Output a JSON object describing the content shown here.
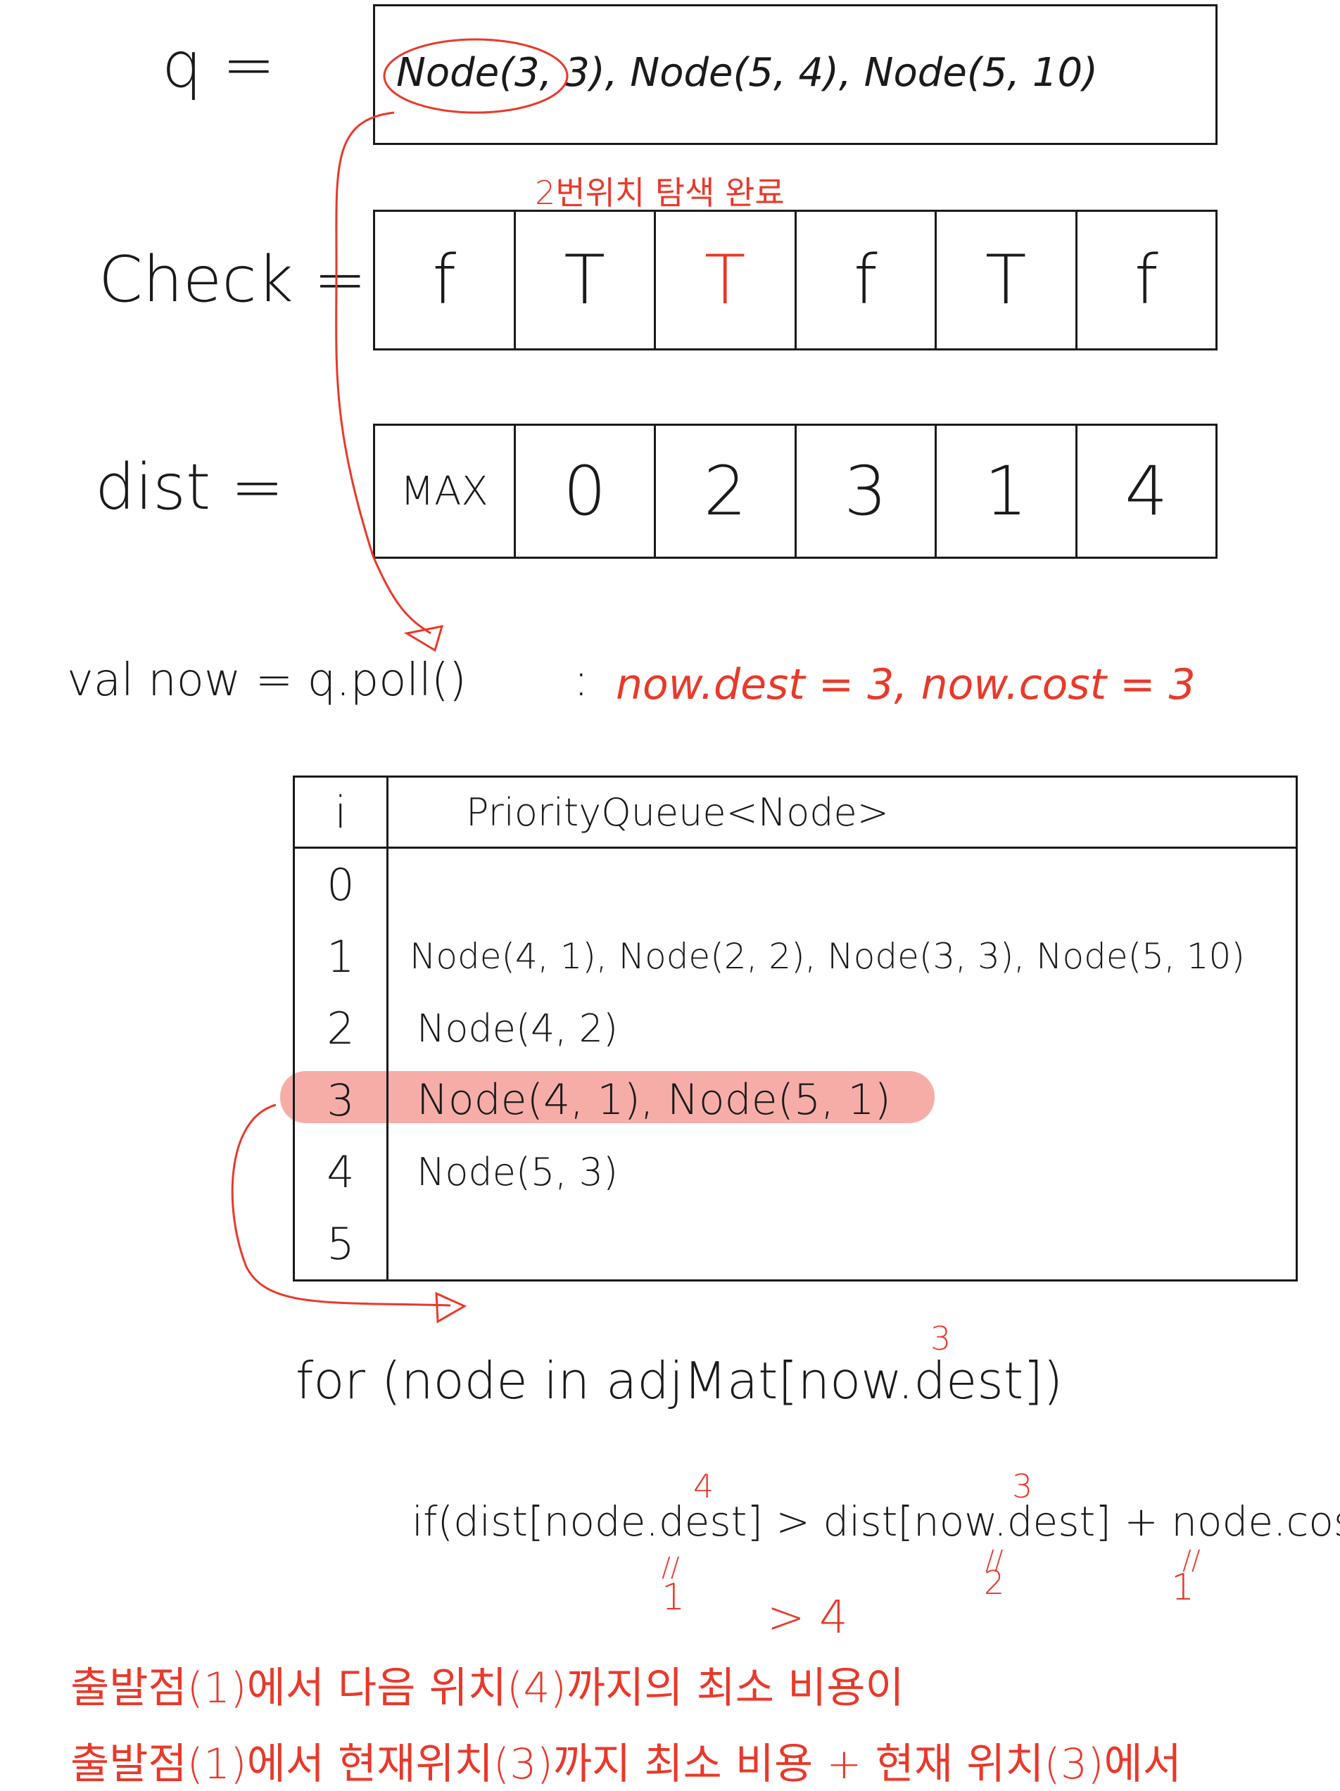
{
  "queue_row": {
    "label": "q  =",
    "contents": "Node(3, 3), Node(5, 4), Node(5, 10)"
  },
  "check_note": "2번위치 탐색 완료",
  "check_row": {
    "label": "Check  =",
    "cells": [
      "f",
      "T",
      "T",
      "f",
      "T",
      "f"
    ]
  },
  "dist_row": {
    "label": "dist  =",
    "cells": [
      "MAX",
      "0",
      "2",
      "3",
      "1",
      "4"
    ]
  },
  "poll_line": {
    "code": "val now = q.poll()",
    "colon": ":",
    "note": "now.dest = 3,  now.cost = 3"
  },
  "pq_table": {
    "header_index": "i",
    "header_title": "PriorityQueue<Node>",
    "rows": [
      {
        "i": "0",
        "value": ""
      },
      {
        "i": "1",
        "value": "Node(4, 1), Node(2, 2), Node(3, 3), Node(5, 10)"
      },
      {
        "i": "2",
        "value": "Node(4, 2)"
      },
      {
        "i": "3",
        "value": "Node(4, 1),  Node(5, 1)"
      },
      {
        "i": "4",
        "value": "Node(5, 3)"
      },
      {
        "i": "5",
        "value": ""
      }
    ]
  },
  "for_line": {
    "code": "for (node in adjMat[now.dest])",
    "annotation": "3"
  },
  "if_line": {
    "code": "if(dist[node.dest] > dist[now.dest] + node.cost)",
    "ann_node_dest": "4",
    "ann_now_dest": "3",
    "under_left_eq": "//",
    "under_left_val": "1",
    "under_mid": "> 4",
    "under_right1_eq": "//",
    "under_right1_val": "2",
    "under_right2_eq": "//",
    "under_right2_val": "1"
  },
  "notes": [
    "출발점(1)에서 다음 위치(4)까지의 최소 비용이",
    "출발점(1)에서 현재위치(3)까지 최소 비용 + 현재 위치(3)에서"
  ],
  "colors": {
    "ink": "#1a1a1a",
    "annotation": "#e8392b",
    "highlight": "#f0776e"
  }
}
